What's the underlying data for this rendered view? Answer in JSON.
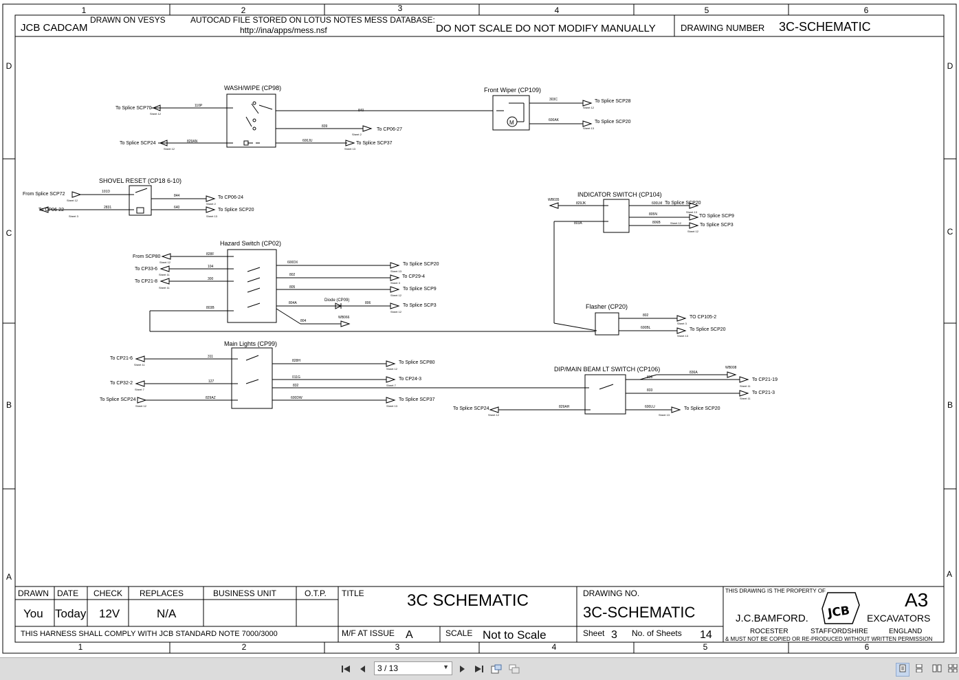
{
  "drawing": {
    "header": {
      "company": "JCB CADCAM",
      "drawn_on": "DRAWN ON VESYS",
      "stored_line1": "AUTOCAD FILE STORED ON LOTUS NOTES MESS DATABASE:",
      "stored_line2": "http://ina/apps/mess.nsf",
      "do_not_scale": "DO NOT SCALE DO NOT MODIFY MANUALLY",
      "drawing_number_label": "DRAWING NUMBER",
      "drawing_number": "3C-SCHEMATIC"
    },
    "grid_cols": [
      "1",
      "2",
      "3",
      "4",
      "5",
      "6"
    ],
    "grid_rows": [
      "D",
      "C",
      "B",
      "A"
    ],
    "components": {
      "wash_wipe": "WASH/WIPE (CP98)",
      "front_wiper": "Front Wiper (CP109)",
      "shovel_reset": "SHOVEL RESET (CP18 6-10)",
      "indicator_switch": "INDICATOR SWITCH (CP104)",
      "hazard_switch": "Hazard Switch (CP02)",
      "flasher": "Flasher (CP20)",
      "main_lights": "Main Lights (CP99)",
      "dip_main": "DIP/MAIN BEAM LT SWITCH (CP106)",
      "diode": "Diode (CP09)",
      "motor": "M"
    },
    "connectors": {
      "ww_scp70": "To Splice SCP70",
      "ww_cp06_27": "To CP06-27",
      "ww_scp24": "To Splice SCP24",
      "ww_scp37": "To Splice SCP37",
      "fw_scp28": "To Splice SCP28",
      "fw_scp20": "To Splice SCP20",
      "sr_from_scp72": "From Splice SCP72",
      "sr_cp06_22": "To CP06-22",
      "sr_cp06_24": "To CP06-24",
      "sr_scp20": "To Splice SCP20",
      "is_scp20": "To Splice SCP20",
      "is_scp9": "TO Splice SCP9",
      "is_scp3": "To Splice SCP3",
      "is_wb035": "WB035",
      "hz_from_scp80": "From SCP80",
      "hz_cp33_6": "To CP33-6",
      "hz_cp21_8": "To CP21-8",
      "hz_scp20": "To Splice SCP20",
      "hz_cp29_4": "To CP29-4",
      "hz_scp9": "To Splice SCP9",
      "hz_scp3": "To Splice SCP3",
      "hz_wb066": "WB066",
      "fl_cp105_2": "TO CP105-2",
      "fl_scp20": "To Splice SCP20",
      "ml_cp21_6": "To CP21-6",
      "ml_cp32_2": "To CP32-2",
      "ml_scp24": "To Splice SCP24",
      "ml_scp80": "To Splice SCP80",
      "ml_cp24_3": "To CP24-3",
      "ml_scp37": "To Splice SCP37",
      "dm_wb008": "WB008",
      "dm_cp21_19": "To CP21-19",
      "dm_cp21_3": "To CP21-3",
      "dm_scp24": "To Splice SCP24",
      "dm_scp20": "To Splice SCP20"
    },
    "wires": {
      "w110p": "110P",
      "w840": "840",
      "w839": "839",
      "w829an": "829AN",
      "w600ju": "600JU",
      "w303c": "303C",
      "w600ak": "600AK",
      "w101d": "101D",
      "w844": "844",
      "w2831": "2831",
      "w640": "640",
      "w829jk": "829JK",
      "w600lm": "600LM",
      "w805n": "805N",
      "w806b": "806B",
      "w803a": "803A",
      "w828f": "828F",
      "w104": "104",
      "w300": "300",
      "w600dx": "600DX",
      "w802": "802",
      "w805": "805",
      "w804a": "804A",
      "w806": "806",
      "w803b": "803B",
      "w804": "804",
      "w802b": "802",
      "w600bl": "600BL",
      "w311": "311",
      "w828h": "828H",
      "w127": "127",
      "w011g": "011G",
      "w832": "832",
      "w829az": "829AZ",
      "w600dw": "600DW",
      "w836": "836",
      "w836a": "836A",
      "w833": "833",
      "w829ah": "829AH",
      "w600lu": "600LU"
    },
    "sheets": {
      "s2": "Sheet 2",
      "s3": "Sheet 3",
      "s7": "Sheet 7",
      "s11": "Sheet 11",
      "s12": "Sheet 12",
      "s13": "Sheet 13"
    },
    "title_block": {
      "drawn_label": "DRAWN",
      "drawn_value": "You",
      "date_label": "DATE",
      "date_value": "Today",
      "check_label": "CHECK",
      "check_value": "12V",
      "replaces_label": "REPLACES",
      "replaces_value": "N/A",
      "business_unit_label": "BUSINESS UNIT",
      "otp_label": "O.T.P.",
      "title_label": "TITLE",
      "title_value": "3C SCHEMATIC",
      "drawing_no_label": "DRAWING NO.",
      "drawing_no_value": "3C-SCHEMATIC",
      "property_note": "THIS DRAWING IS THE PROPERTY OF",
      "size": "A3",
      "company_name": "J.C.BAMFORD.",
      "division": "EXCAVATORS",
      "city": "ROCESTER",
      "county": "STAFFORDSHIRE",
      "country": "ENGLAND",
      "copy_note": "& MUST NOT BE COPIED OR RE-PRODUCED WITHOUT WRITTEN PERMISSION",
      "harness_note": "THIS HARNESS SHALL COMPLY WITH JCB STANDARD NOTE 7000/3000",
      "mf_label": "M/F AT ISSUE",
      "mf_value": "A",
      "scale_label": "SCALE",
      "scale_value": "Not to Scale",
      "sheet_label": "Sheet",
      "sheet_value": "3",
      "sheets_label": "No. of Sheets",
      "sheets_value": "14",
      "logo": "JCB"
    }
  },
  "viewer": {
    "page_indicator": "3 / 13",
    "icons": [
      "first-page-icon",
      "previous-page-icon",
      "next-page-icon",
      "last-page-icon",
      "fit-page-icon",
      "fit-width-icon",
      "single-page-icon",
      "continuous-icon",
      "facing-icon",
      "facing-continuous-icon"
    ]
  }
}
